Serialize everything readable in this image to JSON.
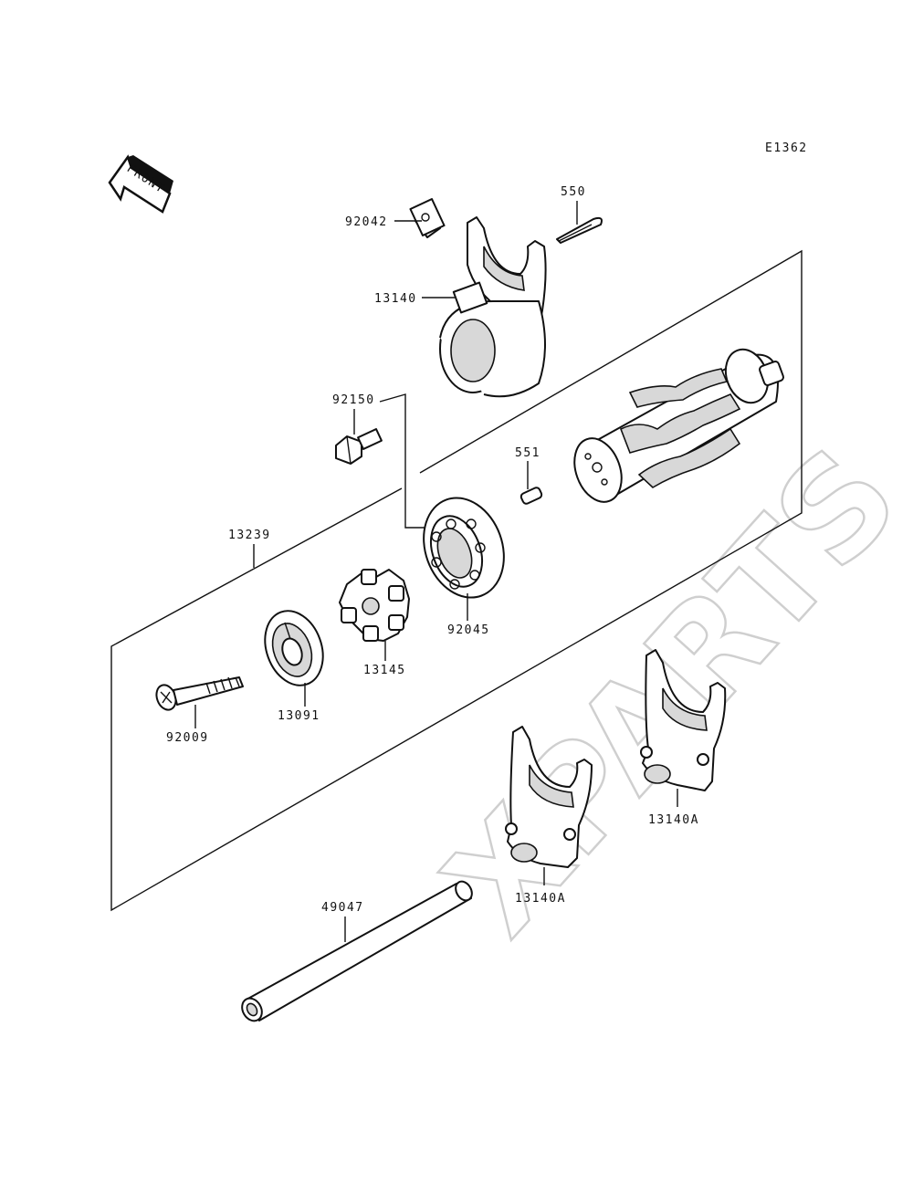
{
  "diagram": {
    "code": "E1362",
    "front_badge": "FRONT",
    "watermark": "XPARTS",
    "callouts": [
      {
        "id": "92042",
        "text": "92042"
      },
      {
        "id": "550",
        "text": "550"
      },
      {
        "id": "13140",
        "text": "13140"
      },
      {
        "id": "92150",
        "text": "92150"
      },
      {
        "id": "551",
        "text": "551"
      },
      {
        "id": "13239",
        "text": "13239"
      },
      {
        "id": "92045",
        "text": "92045"
      },
      {
        "id": "13145",
        "text": "13145"
      },
      {
        "id": "13091",
        "text": "13091"
      },
      {
        "id": "92009",
        "text": "92009"
      },
      {
        "id": "13140A_right",
        "text": "13140A"
      },
      {
        "id": "13140A_left",
        "text": "13140A"
      },
      {
        "id": "49047",
        "text": "49047"
      }
    ]
  }
}
